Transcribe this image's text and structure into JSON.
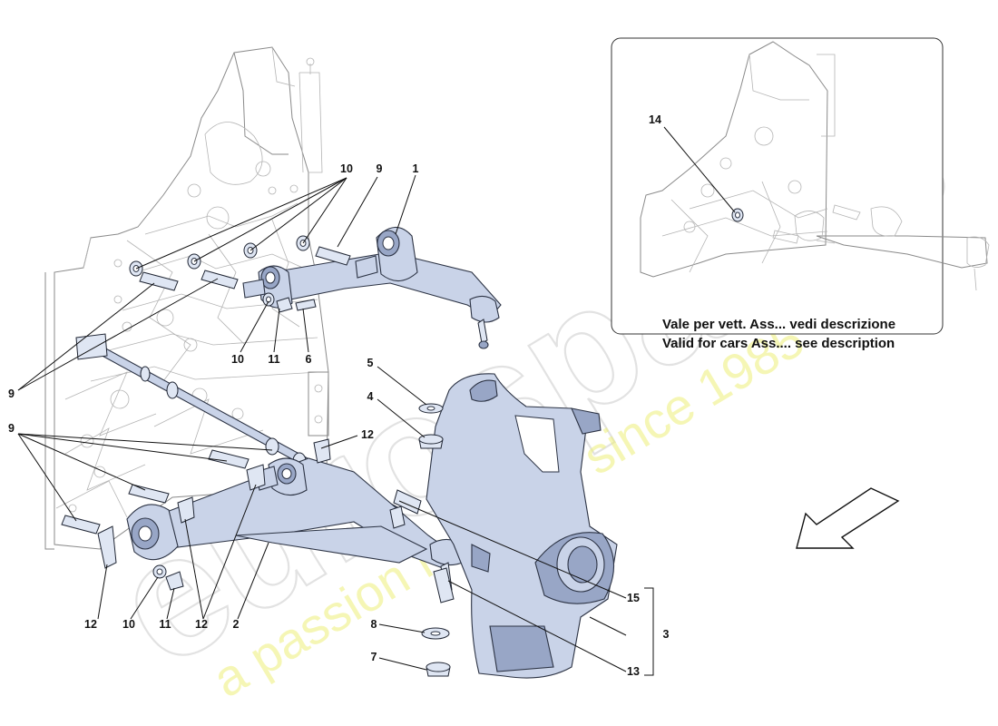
{
  "callouts": {
    "c1": "1",
    "c2": "2",
    "c3": "3",
    "c4": "4",
    "c5": "5",
    "c6": "6",
    "c7": "7",
    "c8": "8",
    "c9_top": "9",
    "c9_mid": "9",
    "c9_low": "9",
    "c10_top": "10",
    "c10_mid": "10",
    "c10_low": "10",
    "c11_mid": "11",
    "c11_low": "11",
    "c12_right": "12",
    "c12_low_left": "12",
    "c12_low_mid": "12",
    "c13": "13",
    "c14": "14",
    "c15": "15"
  },
  "inset": {
    "line1": "Vale per vett. Ass... vedi descrizione",
    "line2": "Valid for cars Ass.... see description"
  },
  "watermark": {
    "brand": "eurospares",
    "tagline": "a passion for parts since 1985"
  },
  "colors": {
    "part_fill": "#c9d3e8",
    "part_dark": "#98a6c6",
    "outline": "#2c3344",
    "watermark_yellow": "#eef07a"
  }
}
